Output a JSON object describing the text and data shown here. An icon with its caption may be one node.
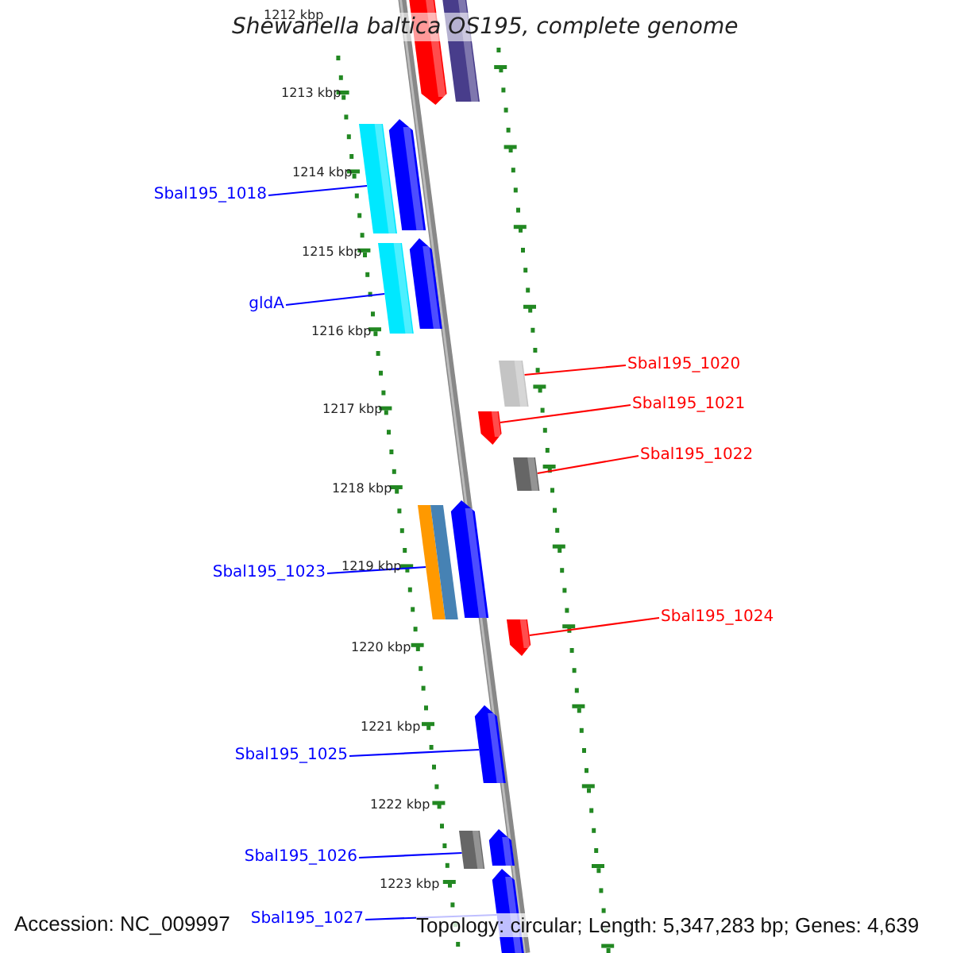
{
  "diagram": {
    "title": "Shewanella baltica OS195, complete genome",
    "nodes": [
      {
        "text": [],
        "shape": "bar"
      },
      {
        "text": [],
        "shape": "bar"
      },
      {
        "text": [
          "Sbal195_1018"
        ]
      },
      {
        "text": [],
        "shape": "bar"
      },
      {
        "text": [],
        "shape": "bar"
      },
      {
        "text": [
          "gldA"
        ]
      },
      {
        "text": [],
        "shape": "bar"
      },
      {
        "text": [],
        "shape": "bar"
      },
      {
        "text": [
          "Sbal195_1020"
        ]
      },
      {
        "text": [],
        "shape": "bar"
      },
      {
        "text": [
          "Sbal195_1021"
        ]
      },
      {
        "text": [],
        "shape": "bar"
      },
      {
        "text": [
          "Sbal195_1022"
        ]
      },
      {
        "text": [],
        "shape": "bar"
      },
      {
        "text": [
          "Sbal195_1023"
        ]
      },
      {
        "text": [],
        "shape": "bar"
      },
      {
        "text": [],
        "shape": "bar"
      },
      {
        "text": [
          "Sbal195_1024"
        ]
      },
      {
        "text": [],
        "shape": "bar"
      },
      {
        "text": [
          "Sbal195_1025"
        ]
      },
      {
        "text": [],
        "shape": "bar"
      },
      {
        "text": [
          "Sbal195_1026"
        ]
      },
      {
        "text": [],
        "shape": "bar"
      },
      {
        "text": [],
        "shape": "bar"
      },
      {
        "text": [
          "Sbal195_1027"
        ]
      },
      {
        "text": [],
        "shape": "bar"
      }
    ],
    "edges": [
      {
        "from": 2,
        "to": 3,
        "arrow": "none"
      },
      {
        "from": 5,
        "to": 6,
        "arrow": "none"
      },
      {
        "from": 8,
        "to": 9,
        "arrow": "none",
        "color": "#ff0000"
      },
      {
        "from": 10,
        "to": 11,
        "arrow": "none",
        "color": "#ff0000"
      },
      {
        "from": 12,
        "to": 13,
        "arrow": "none",
        "color": "#ff0000"
      },
      {
        "from": 14,
        "to": 15,
        "arrow": "none"
      },
      {
        "from": 17,
        "to": 18,
        "arrow": "none",
        "color": "#ff0000"
      },
      {
        "from": 19,
        "to": 20,
        "arrow": "none"
      },
      {
        "from": 21,
        "to": 22,
        "arrow": "none"
      },
      {
        "from": 24,
        "to": 25,
        "arrow": "none"
      }
    ],
    "labels": [
      "1212 kbp",
      "1213 kbp",
      "1214 kbp",
      "1215 kbp",
      "1216 kbp",
      "1217 kbp",
      "1218 kbp",
      "1219 kbp",
      "1220 kbp",
      "1221 kbp",
      "1222 kbp",
      "1223 kbp",
      "Accession: NC_009997",
      "Topology: circular; Length: 5,347,283 bp; Genes: 4,639"
    ]
  }
}
